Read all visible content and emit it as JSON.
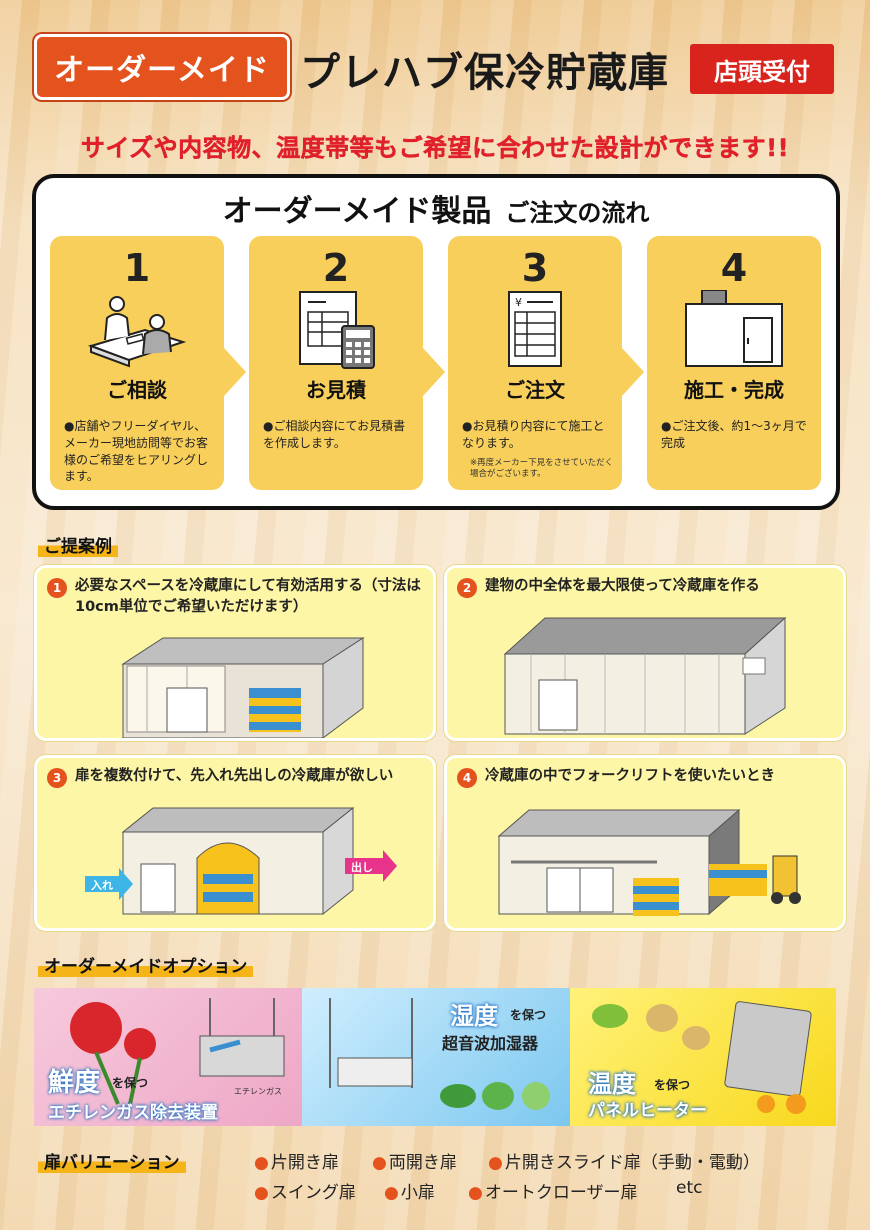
{
  "header": {
    "badge": "オーダーメイド",
    "title": "プレハブ保冷貯蔵庫",
    "shop_badge": "店頭受付"
  },
  "subtitle": "サイズや内容物、温度帯等もご希望に合わせた設計ができます!!",
  "flow": {
    "heading": "オーダーメイド製品",
    "heading_small": "ご注文の流れ",
    "steps": [
      {
        "num": "1",
        "title": "ご相談",
        "desc": "●店舗やフリーダイヤル、メーカー現地訪問等でお客様のご希望をヒアリングします。",
        "note": ""
      },
      {
        "num": "2",
        "title": "お見積",
        "desc": "●ご相談内容にてお見積書を作成します。",
        "note": ""
      },
      {
        "num": "3",
        "title": "ご注文",
        "desc": "●お見積り内容にて施工となります。",
        "note": "※再度メーカー下見をさせていただく場合がございます。"
      },
      {
        "num": "4",
        "title": "施工・完成",
        "desc": "●ご注文後、約1～3ヶ月で完成",
        "note": ""
      }
    ]
  },
  "proposals": {
    "label": "ご提案例",
    "items": [
      {
        "num": "1",
        "title": "必要なスペースを冷蔵庫にして有効活用する（寸法は10cm単位でご希望いただけます）"
      },
      {
        "num": "2",
        "title": "建物の中全体を最大限使って冷蔵庫を作る"
      },
      {
        "num": "3",
        "title": "扉を複数付けて、先入れ先出しの冷蔵庫が欲しい",
        "in_label": "入れ",
        "out_label": "出し"
      },
      {
        "num": "4",
        "title": "冷蔵庫の中でフォークリフトを使いたいとき"
      }
    ]
  },
  "options": {
    "label": "オーダーメイドオプション",
    "panels": [
      {
        "big": "鮮度",
        "small": "を保つ",
        "name": "エチレンガス除去装置",
        "caption": "エチレンガス",
        "color": "#f3bfd6"
      },
      {
        "big": "湿度",
        "small": "を保つ",
        "name": "超音波加湿器",
        "color": "#8fd0f2"
      },
      {
        "big": "温度",
        "small": "を保つ",
        "name": "パネルヒーター",
        "color": "#fbe64c"
      }
    ]
  },
  "doors": {
    "label": "扉バリエーション",
    "row1": [
      "片開き扉",
      "両開き扉",
      "片開きスライド扉（手動・電動）"
    ],
    "row2": [
      "スイング扉",
      "小扉",
      "オートクローザー扉"
    ],
    "etc": "etc"
  },
  "colors": {
    "accent_orange": "#e4521e",
    "accent_red": "#d9241d",
    "step_yellow": "#f8cf5a",
    "card_yellow": "#fdf6a6"
  }
}
